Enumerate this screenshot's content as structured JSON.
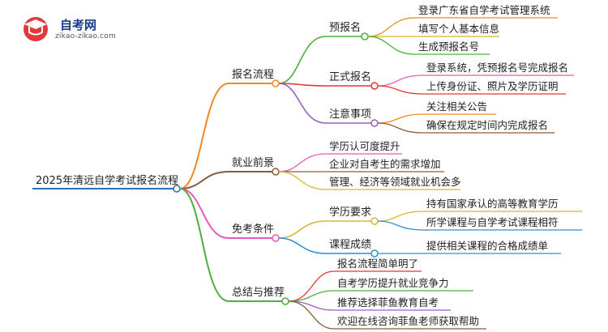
{
  "logo": {
    "title": "自考网",
    "url": "zikao-zikao.com"
  },
  "colors": {
    "root": "#2a6fb8",
    "orange": "#f08a24",
    "green": "#4caf3a",
    "purple": "#9a5fc4",
    "brown": "#8a5a3c",
    "yellow": "#d8b830",
    "pink": "#e85ab8",
    "blue": "#2f8fd8",
    "red": "#e0392e"
  },
  "root": "2025年清远自学考试报名流程",
  "branches": [
    {
      "label": "报名流程",
      "subs": [
        {
          "label": "预报名",
          "leaves": [
            "登录广东省自学考试管理系统",
            "填写个人基本信息",
            "生成预报名号"
          ]
        },
        {
          "label": "正式报名",
          "leaves": [
            "登录系统，凭预报名号完成报名",
            "上传身份证、照片及学历证明"
          ]
        },
        {
          "label": "注意事项",
          "leaves": [
            "关注相关公告",
            "确保在规定时间内完成报名"
          ]
        }
      ]
    },
    {
      "label": "就业前景",
      "leaves": [
        "学历认可度提升",
        "企业对自考生的需求增加",
        "管理、经济等领域就业机会多"
      ]
    },
    {
      "label": "免考条件",
      "subs": [
        {
          "label": "学历要求",
          "leaves": [
            "持有国家承认的高等教育学历",
            "所学课程与自学考试课程相符"
          ]
        },
        {
          "label": "课程成绩",
          "leaves": [
            "提供相关课程的合格成绩单"
          ]
        }
      ]
    },
    {
      "label": "总结与推荐",
      "leaves": [
        "报名流程简单明了",
        "自考学历提升就业竞争力",
        "推荐选择菲鱼教育自考",
        "欢迎在线咨询菲鱼老师获取帮助"
      ]
    }
  ]
}
